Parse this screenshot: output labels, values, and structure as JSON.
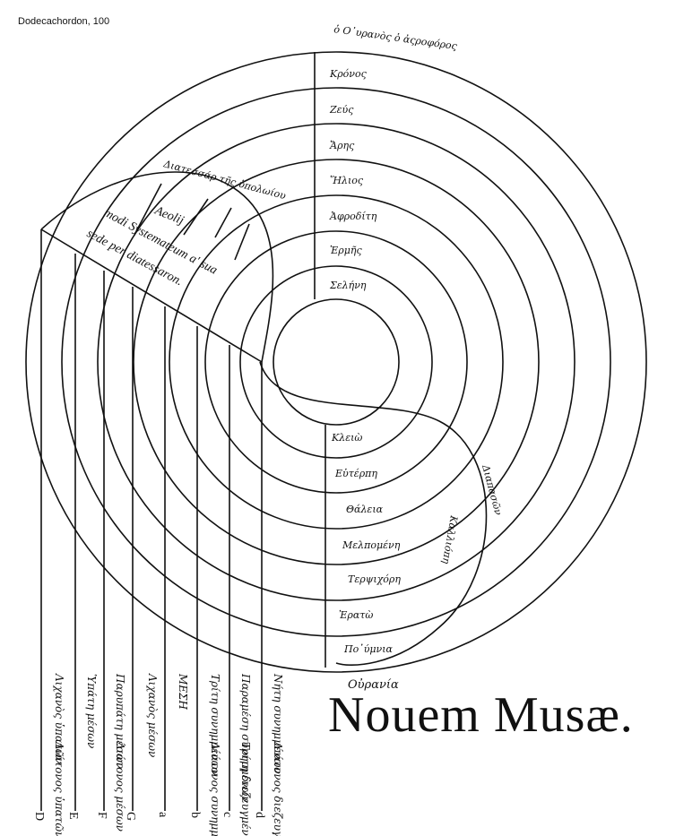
{
  "caption": "Dodecachordon, 100",
  "top_label": "ὁ Ο᾽υρανὸς ὁ ἀςροφόρος",
  "planets": [
    "Κρόνος",
    "Ζεύς",
    "Ἄρης",
    "Ἥλιος",
    "Ἀφροδίτη",
    "Ἑρμῆς",
    "Σελήνη"
  ],
  "muses": [
    "Κλειὼ",
    "Εὐτέρπη",
    "Θάλεια",
    "Μελπομένη",
    "Τερψιχόρη",
    "Ἐρατὼ",
    "Πο᾽ύμνια"
  ],
  "side_labels": {
    "diapason": "Διαπασῶν",
    "kalliope": "Καλλιόπη"
  },
  "diatessaron_label": "Διατεσσάρ τῆς ὑπολωίου",
  "aeolii": "Aeolij",
  "latin_line1": "modi Systemateum a' sua",
  "latin_line2": "sede per diatessaron.",
  "column_labels": [
    "Λιχανὸς ὑπατῶν",
    "Ὑπάτη μέσων",
    "Παρυπάτη μέσων",
    "Λιχανὸς μέσων",
    "ΜΕΣΗ",
    "Τρίτη συνημμένων",
    "Παραμέση συνημμένων",
    "Νήτη συνημμένων"
  ],
  "column_labels_bottom": [
    "Διάτονος ὑπατῶν",
    "",
    "Διάτονος μέσων",
    "",
    "",
    "Διάτονος συνημμένων",
    "Τρίτη διεζευγμένων",
    "Διάτονος διεζευγμένων"
  ],
  "letters": [
    "D",
    "E",
    "F",
    "G",
    "a",
    "b",
    "c",
    "d"
  ],
  "title_top": "Οὐρανία",
  "title": "Nouem Musæ."
}
